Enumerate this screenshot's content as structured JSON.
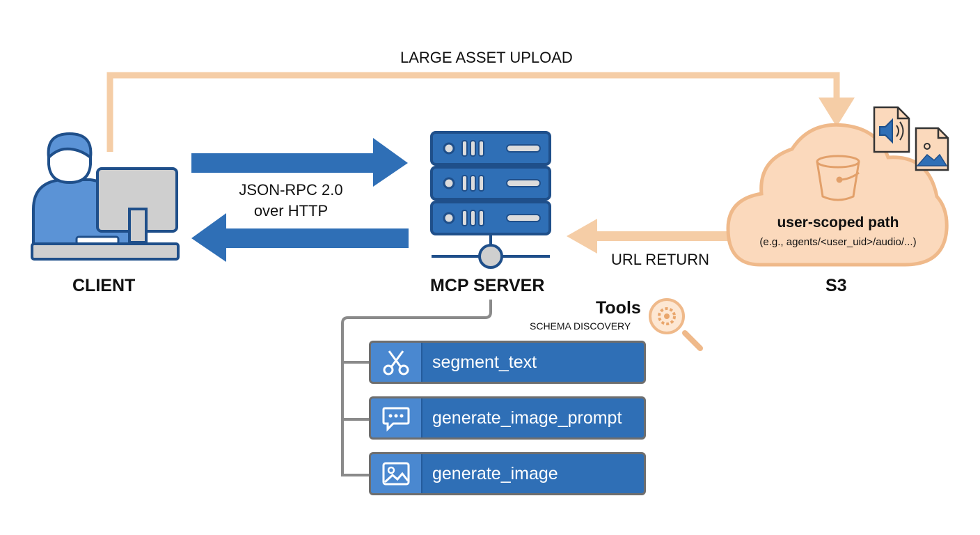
{
  "nodes": {
    "client": "CLIENT",
    "server": "MCP SERVER",
    "s3": "S3"
  },
  "edges": {
    "upload": "LARGE ASSET UPLOAD",
    "rpc_line1": "JSON-RPC 2.0",
    "rpc_line2": "over HTTP",
    "url_return": "URL RETURN"
  },
  "s3_cloud": {
    "title": "user-scoped path",
    "example": "(e.g., agents/<user_uid>/audio/...)"
  },
  "tools": {
    "heading": "Tools",
    "subheading": "SCHEMA DISCOVERY",
    "items": [
      {
        "label": "segment_text",
        "icon": "scissors-icon"
      },
      {
        "label": "generate_image_prompt",
        "icon": "chat-bubble-icon"
      },
      {
        "label": "generate_image",
        "icon": "image-icon"
      }
    ]
  },
  "colors": {
    "blue": "#2f6fb6",
    "light_blue": "#5b93d6",
    "orange": "#f5c9a0",
    "cloud_fill": "#fbd9bc",
    "cloud_stroke": "#efb98a"
  }
}
